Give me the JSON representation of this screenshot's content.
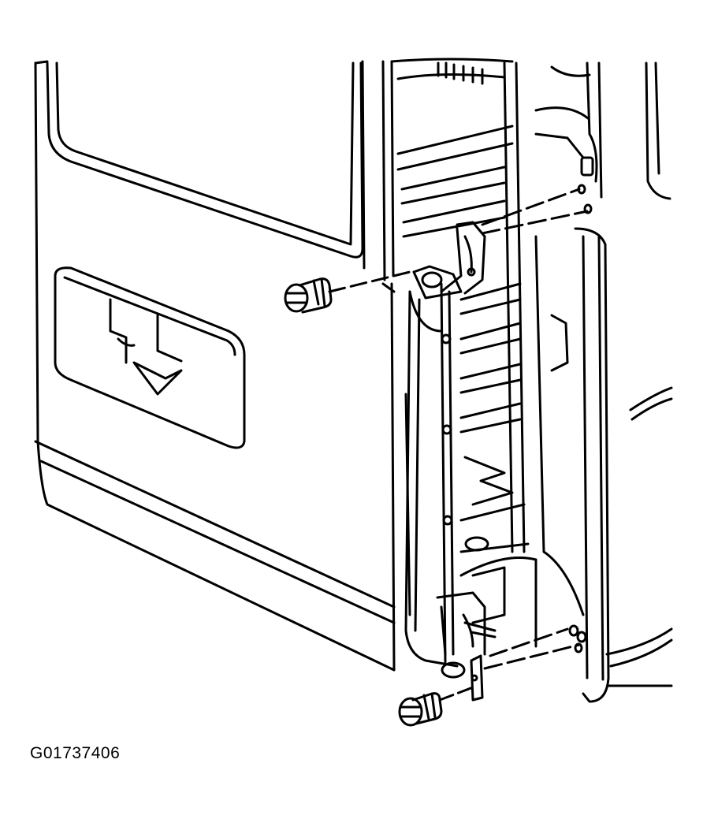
{
  "figure": {
    "id_label": "G01737406",
    "colors": {
      "line": "#000000",
      "background": "#ffffff"
    },
    "parts": [
      "rear-door-panel",
      "door-window-opening",
      "door-handle-recess",
      "door-opening-frame",
      "upper-hinge",
      "lower-hinge",
      "upper-hinge-bolt",
      "lower-hinge-bolt",
      "upper-hinge-pin",
      "lower-hinge-pin",
      "door-check-strap",
      "body-pillar"
    ]
  }
}
